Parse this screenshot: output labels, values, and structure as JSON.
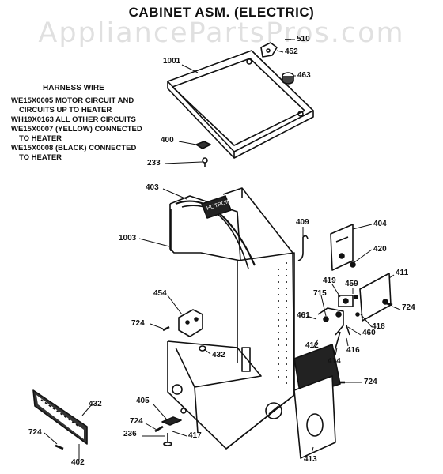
{
  "title": "CABINET ASM. (ELECTRIC)",
  "watermark": "AppliancePartsPros.com",
  "harness_wire": {
    "title": "HARNESS WIRE",
    "lines": [
      "WE15X0005 MOTOR CIRCUIT AND",
      "CIRCUITS UP TO HEATER",
      "WH19X0163 ALL OTHER CIRCUITS",
      "WE15X0007 (YELLOW) CONNECTED",
      "TO HEATER",
      "WE15X0008 (BLACK) CONNECTED",
      "TO HEATER"
    ]
  },
  "callouts": [
    "510",
    "452",
    "1001",
    "463",
    "400",
    "233",
    "403",
    "1003",
    "409",
    "404",
    "420",
    "454",
    "724",
    "432",
    "419",
    "459",
    "411",
    "715",
    "461",
    "724",
    "418",
    "460",
    "412",
    "416",
    "414",
    "724",
    "405",
    "432",
    "724",
    "236",
    "417",
    "724",
    "402",
    "413"
  ],
  "panel_label": "HOTPOINT"
}
